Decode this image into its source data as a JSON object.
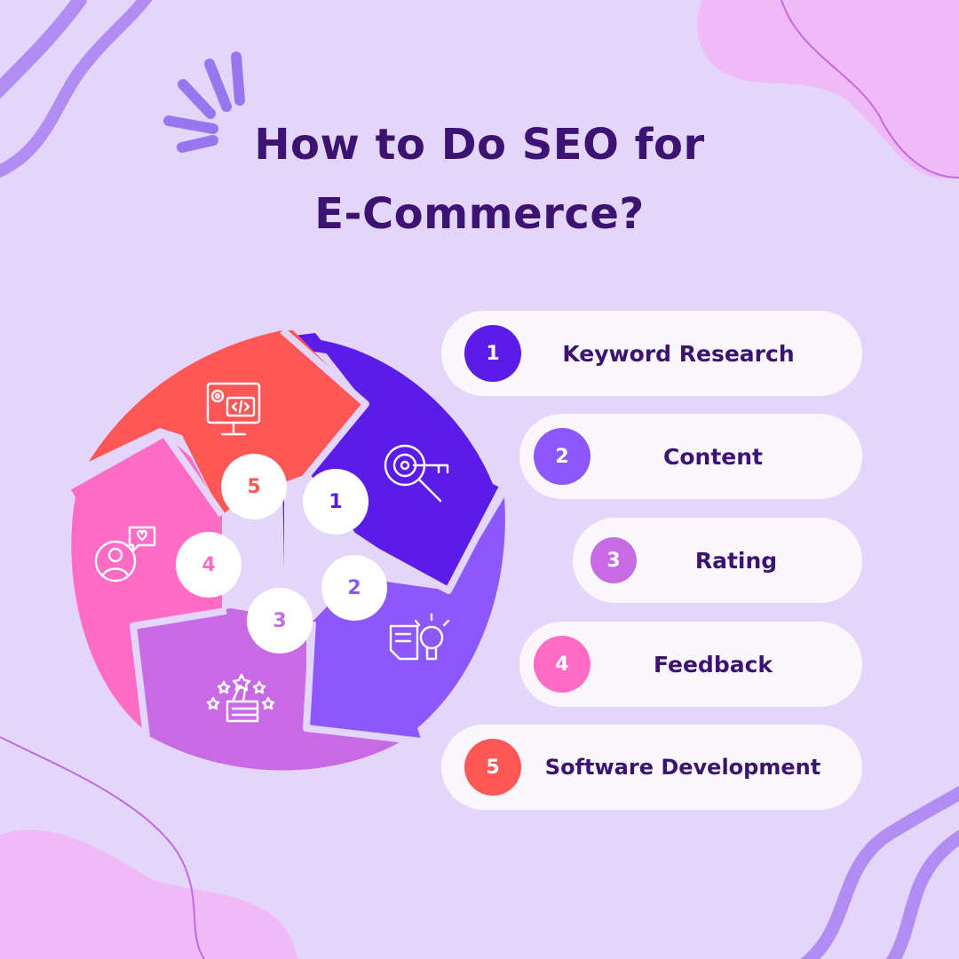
{
  "title": {
    "line1": "How to Do SEO for",
    "line2": "E-Commerce?"
  },
  "colors": {
    "background": "#e4d5fb",
    "title": "#3c1272",
    "step1": "#5b1ce8",
    "step2": "#8c57fb",
    "step3": "#c86ae4",
    "step4": "#ff6cc6",
    "step5": "#ff5656",
    "pill_bg": "#f9f7fc"
  },
  "steps": [
    {
      "number": "1",
      "label": "Keyword Research",
      "icon": "key-search-icon"
    },
    {
      "number": "2",
      "label": "Content",
      "icon": "idea-document-icon"
    },
    {
      "number": "3",
      "label": "Rating",
      "icon": "stars-thumbs-up-icon"
    },
    {
      "number": "4",
      "label": "Feedback",
      "icon": "user-heart-message-icon"
    },
    {
      "number": "5",
      "label": "Software Development",
      "icon": "monitor-code-icon"
    }
  ]
}
